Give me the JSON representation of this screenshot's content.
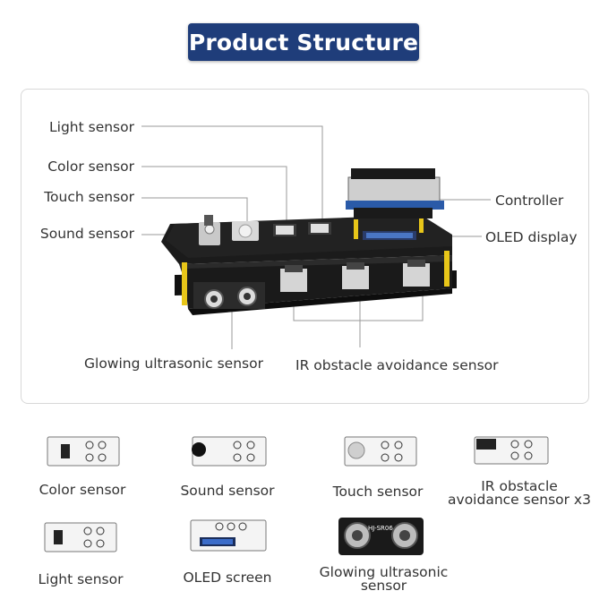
{
  "title": "Product Structure",
  "callouts": {
    "light_sensor": "Light sensor",
    "color_sensor": "Color sensor",
    "touch_sensor": "Touch sensor",
    "sound_sensor": "Sound sensor",
    "controller": "Controller",
    "oled_display": "OLED display",
    "ultrasonic": "Glowing ultrasonic sensor",
    "ir_obstacle": "IR obstacle avoidance sensor"
  },
  "modules": [
    {
      "label": "Color sensor"
    },
    {
      "label": "Sound sensor"
    },
    {
      "label": "Touch sensor"
    },
    {
      "label": "IR obstacle avoidance sensor x3"
    },
    {
      "label": "Light sensor"
    },
    {
      "label": "OLED screen"
    },
    {
      "label": "Glowing ultrasonic sensor"
    }
  ],
  "ultrasonic_module_text": "HJ-SR06",
  "colors": {
    "title_bg": "#1f3d7a",
    "board": "#1b1b1b",
    "standoff": "#e8c619"
  }
}
